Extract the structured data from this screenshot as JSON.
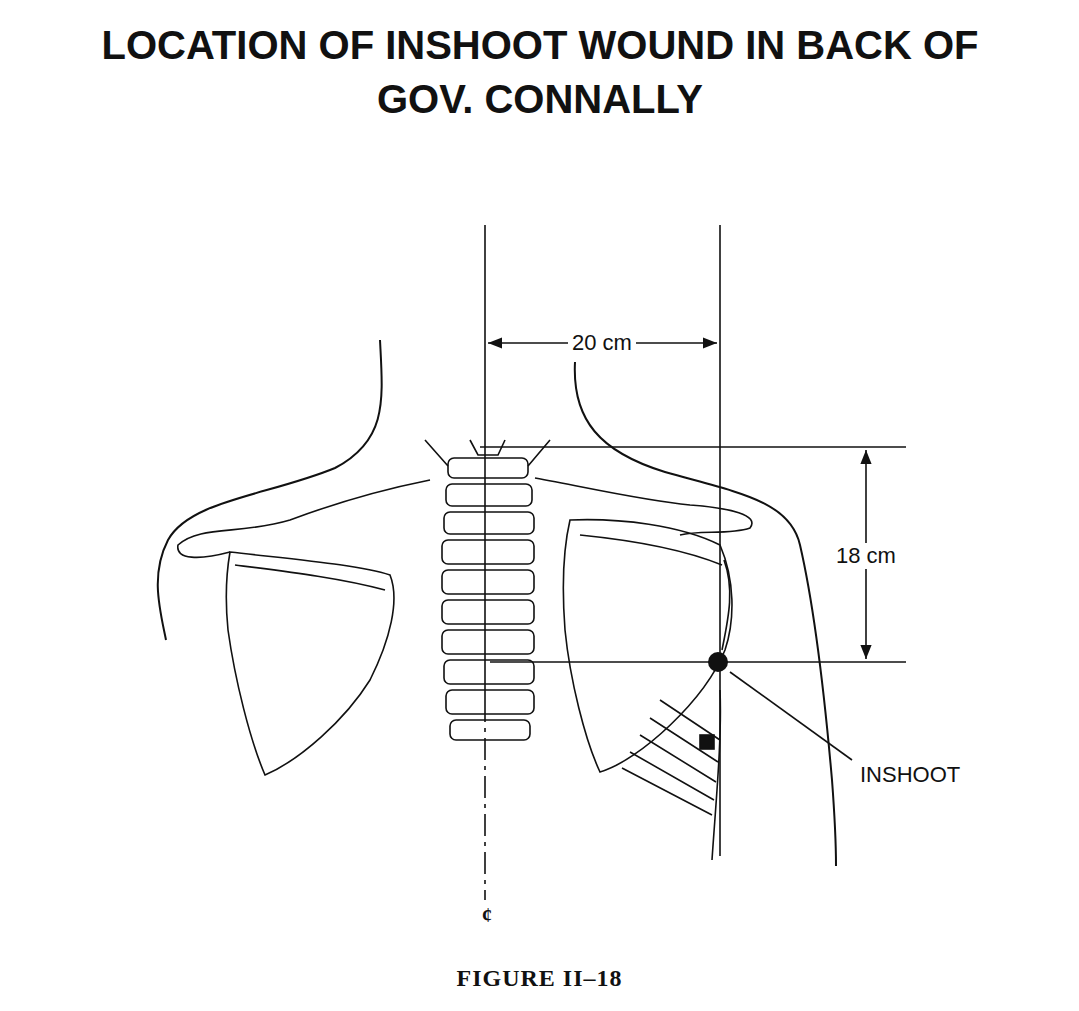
{
  "diagram": {
    "title": "LOCATION OF INSHOOT WOUND IN BACK OF GOV. CONNALLY",
    "caption": "FIGURE II–18",
    "labels": [
      "20 cm",
      "18 cm",
      "INSHOOT",
      "¢"
    ]
  }
}
